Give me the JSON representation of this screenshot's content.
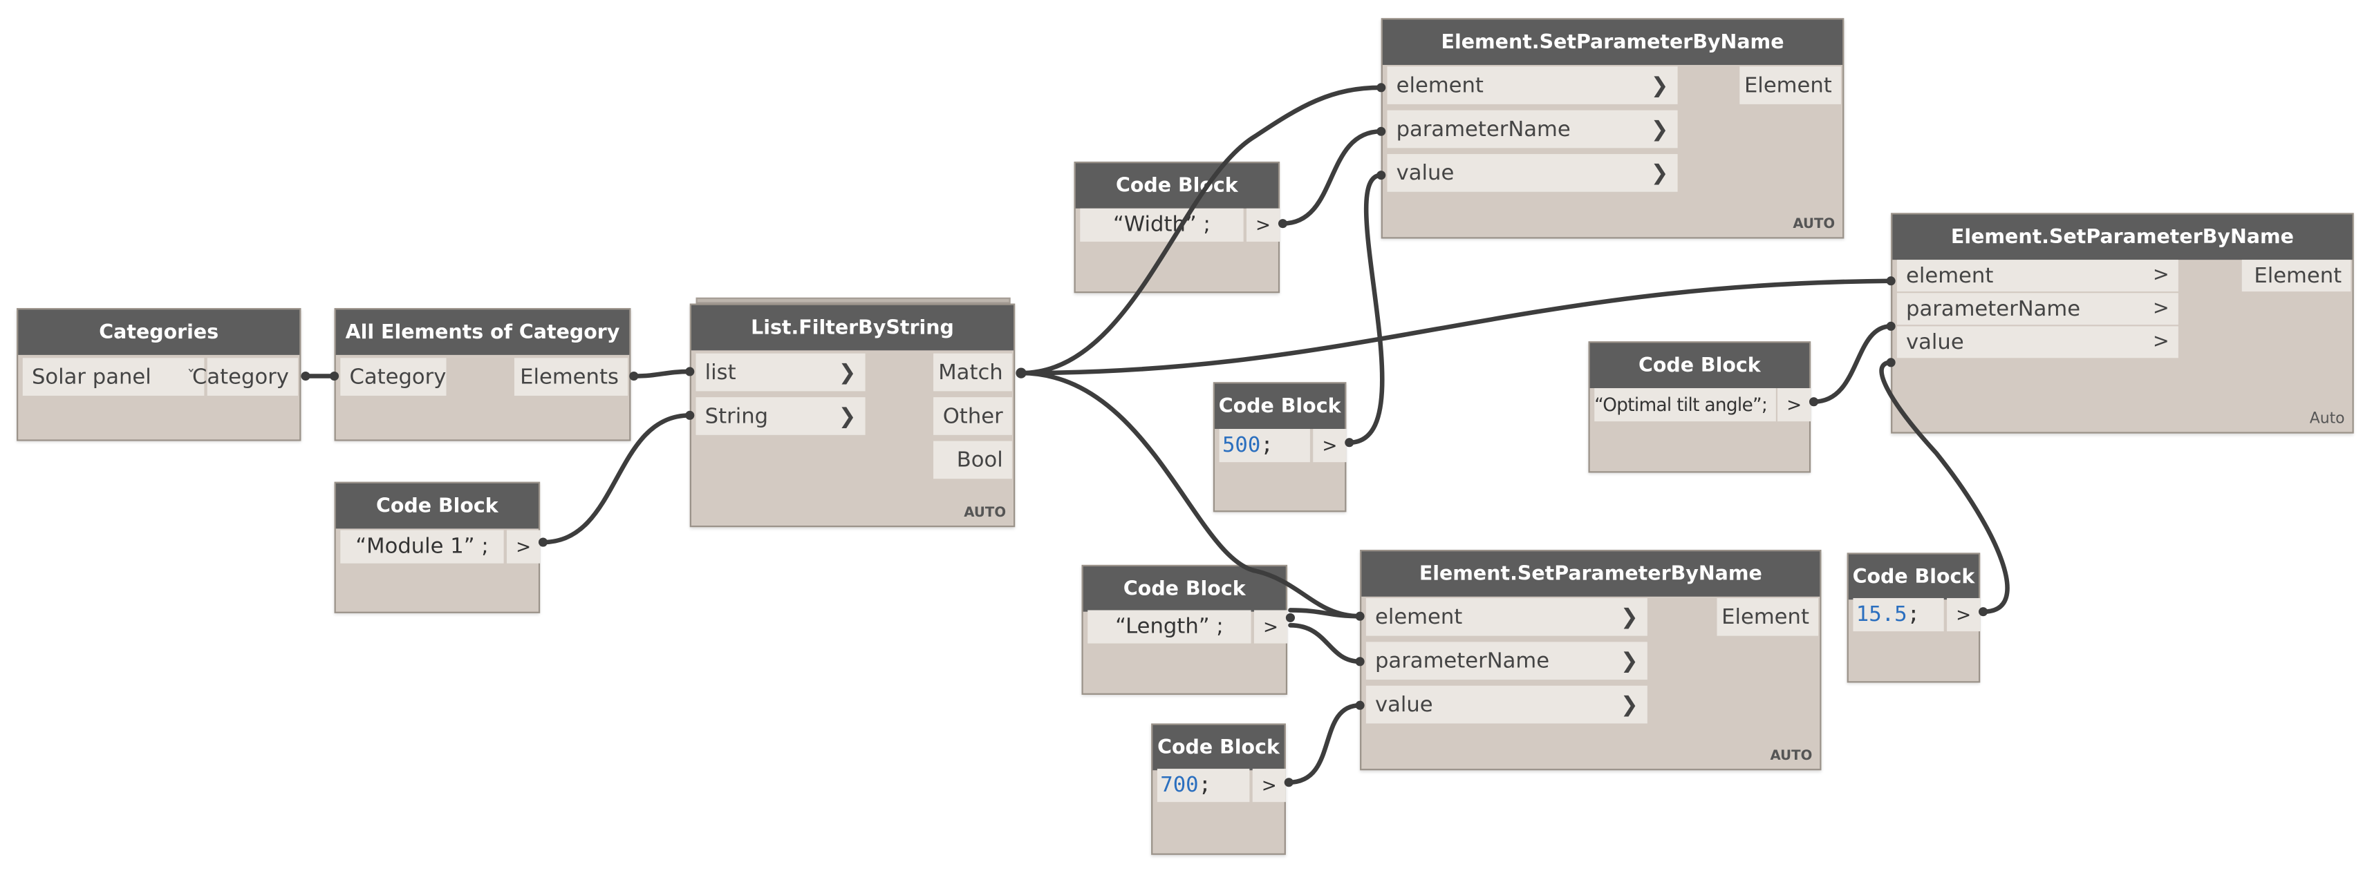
{
  "canvas": {
    "background": "#ffffff",
    "title_bar_color": "#5d5d5d",
    "node_body_color": "#d3cac2",
    "port_color": "#ebe7e2",
    "wire_color": "#3d3d3d"
  },
  "nodes": {
    "categories": {
      "title": "Categories",
      "selected": "Solar panel",
      "output": "Category"
    },
    "all_elements": {
      "title": "All Elements of Category",
      "input": "Category",
      "output": "Elements"
    },
    "code_module": {
      "title": "Code Block",
      "code": "“Module 1” ;",
      "out": ">"
    },
    "filter": {
      "title": "List.FilterByString",
      "inputs": [
        "list",
        "String"
      ],
      "outputs": [
        "Match",
        "Other",
        "Bool"
      ],
      "lacing": "AUTO"
    },
    "code_width": {
      "title": "Code Block",
      "code": "“Width” ;",
      "out": ">"
    },
    "code_500": {
      "title": "Code Block",
      "code": "500",
      "suffix": ";",
      "out": ">"
    },
    "code_length": {
      "title": "Code Block",
      "code": "“Length” ;",
      "out": ">"
    },
    "code_700": {
      "title": "Code Block",
      "code": "700",
      "suffix": ";",
      "out": ">"
    },
    "code_tilt": {
      "title": "Code Block",
      "code": "“Optimal tilt angle”;",
      "out": ">"
    },
    "code_155": {
      "title": "Code Block",
      "code": "15.5",
      "suffix": ";",
      "out": ">"
    },
    "set_param_1": {
      "title": "Element.SetParameterByName",
      "inputs": [
        "element",
        "parameterName",
        "value"
      ],
      "output": "Element",
      "lacing": "AUTO"
    },
    "set_param_2": {
      "title": "Element.SetParameterByName",
      "inputs": [
        "element",
        "parameterName",
        "value"
      ],
      "output": "Element",
      "lacing": "AUTO"
    },
    "set_param_3": {
      "title": "Element.SetParameterByName",
      "inputs": [
        "element",
        "parameterName",
        "value"
      ],
      "output": "Element",
      "lacing": "Auto"
    }
  }
}
